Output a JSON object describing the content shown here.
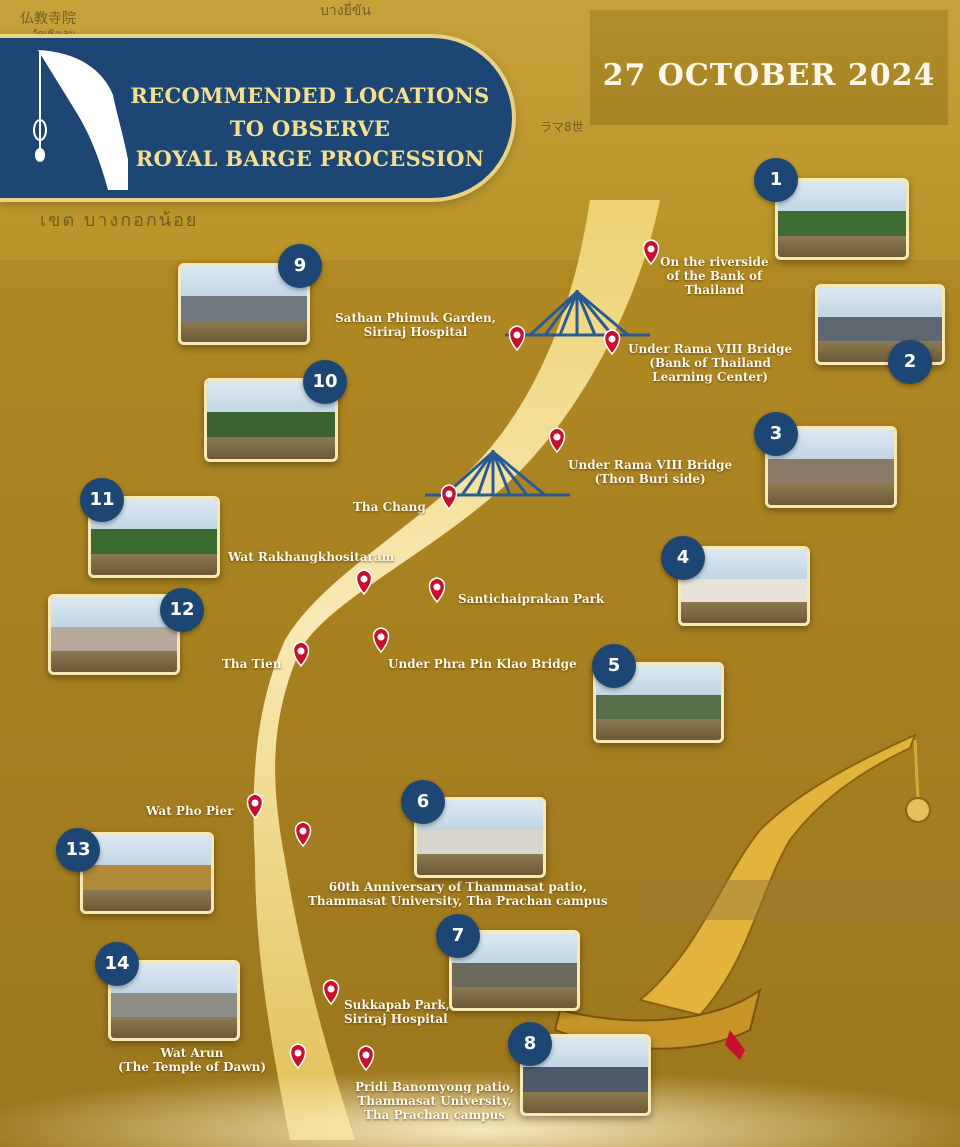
{
  "date": "27 OCTOBER 2024",
  "title": {
    "line1": "RECOMMENDED LOCATIONS",
    "line2": "TO OBSERVE",
    "line3": "ROYAL BARGE PROCESSION"
  },
  "map_labels": {
    "temple": "仏教寺院",
    "temple_thai": "วัดเชิงเลน",
    "district": "เขต บางกอกน้อย",
    "rama8": "ラマ8世",
    "top_center": "บางยี่ขัน"
  },
  "locations": [
    {
      "number": "1",
      "name": "On the riverside\nof the Bank of\nThailand"
    },
    {
      "number": "2",
      "name": "Under Rama VIII Bridge\n(Bank of Thailand\nLearning Center)"
    },
    {
      "number": "3",
      "name": "Under Rama VIII Bridge\n(Thon Buri side)"
    },
    {
      "number": "4",
      "name": "Santichaiprakan Park"
    },
    {
      "number": "5",
      "name": "Under Phra Pin Klao Bridge"
    },
    {
      "number": "6",
      "name": "60th Anniversary of Thammasat patio,\nThammasat University, Tha Prachan campus"
    },
    {
      "number": "7",
      "name": "Sukkapab Park,\nSiriraj Hospital"
    },
    {
      "number": "8",
      "name": "Pridi Banomyong patio,\nThammasat University,\nTha Prachan campus"
    },
    {
      "number": "9",
      "name": "Sathan Phimuk Garden,\nSiriraj Hospital"
    },
    {
      "number": "10",
      "name": "Tha Chang"
    },
    {
      "number": "11",
      "name": "Wat Rakhangkhositaram"
    },
    {
      "number": "12",
      "name": "Tha Tien"
    },
    {
      "number": "13",
      "name": "Wat Pho Pier"
    },
    {
      "number": "14",
      "name": "Wat Arun\n(The Temple of Dawn)"
    }
  ],
  "colors": {
    "badge": "#1e4674",
    "pin": "#c8102e",
    "title_text": "#f3df8e",
    "background": "#ad8522"
  }
}
